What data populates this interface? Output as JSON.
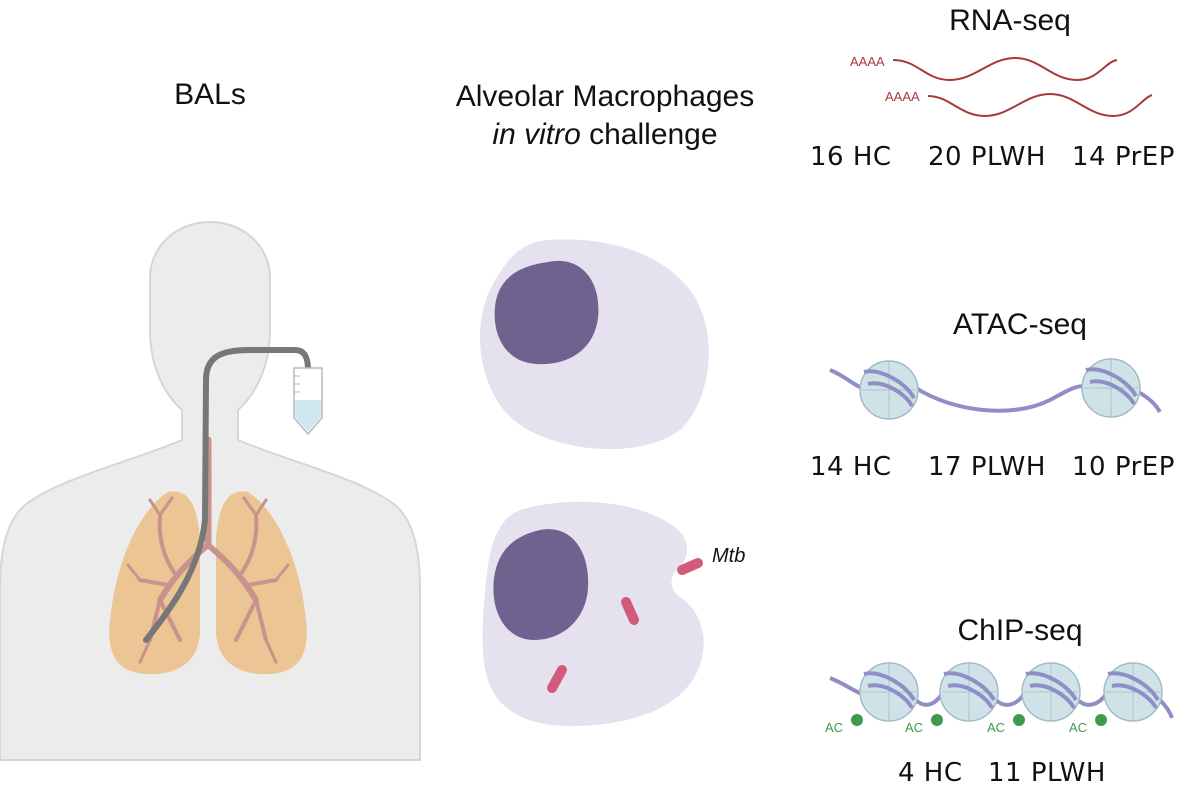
{
  "columns": {
    "bals": {
      "title": "BALs"
    },
    "macrophages": {
      "title_line1": "Alveolar Macrophages",
      "title_line2_italic": "in vitro",
      "title_line2_rest": " challenge",
      "mtb_label": "Mtb"
    },
    "rnaseq": {
      "title": "RNA-seq",
      "polyA_label": "AAAA",
      "counts": [
        "16 HC",
        "20 PLWH",
        "14 PrEP"
      ]
    },
    "atacseq": {
      "title": "ATAC-seq",
      "counts": [
        "14 HC",
        "17 PLWH",
        "10 PrEP"
      ]
    },
    "chipseq": {
      "title": "ChIP-seq",
      "acetyl_label": "AC",
      "counts": [
        "4 HC",
        "11 PLWH"
      ]
    }
  },
  "colors": {
    "body": "#ececec",
    "body_outline": "#d6d6d6",
    "lung": "#ecc594",
    "bronchi": "#c8938e",
    "tube": "#777777",
    "vial_liquid": "#cde8ee",
    "cell": "#e6e1ee",
    "nucleus": "#6f628f",
    "mtb": "#d25b7c",
    "rna": "#a8393a",
    "dna": "#8f8ec6",
    "nucleosome": "#cfe2e8",
    "acetyl": "#3f9a4c"
  }
}
